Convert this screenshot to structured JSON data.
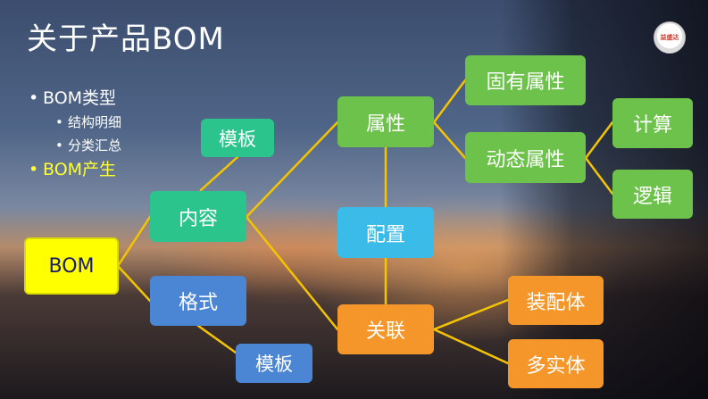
{
  "slide": {
    "title": "关于产品BOM",
    "logo_text": "益盛达"
  },
  "bullets": [
    {
      "text": "BOM类型",
      "level": 1,
      "highlight": false
    },
    {
      "text": "结构明细",
      "level": 2,
      "highlight": false
    },
    {
      "text": "分类汇总",
      "level": 2,
      "highlight": false
    },
    {
      "text": "BOM产生",
      "level": 1,
      "highlight": true
    }
  ],
  "diagram": {
    "nodes": {
      "bom": "BOM",
      "content": "内容",
      "template_top": "模板",
      "format": "格式",
      "template_bottom": "模板",
      "attribute": "属性",
      "inherent_attribute": "固有属性",
      "dynamic_attribute": "动态属性",
      "calculate": "计算",
      "logic": "逻辑",
      "config": "配置",
      "association": "关联",
      "assembly": "装配体",
      "multi_entity": "多实体"
    },
    "colors": {
      "connector": "#f5c400",
      "bom": "#ffff00",
      "content": "#2bc48c",
      "format": "#4a86d4",
      "attribute": "#6cc24a",
      "config": "#3bbbe8",
      "association": "#f5962b"
    }
  }
}
